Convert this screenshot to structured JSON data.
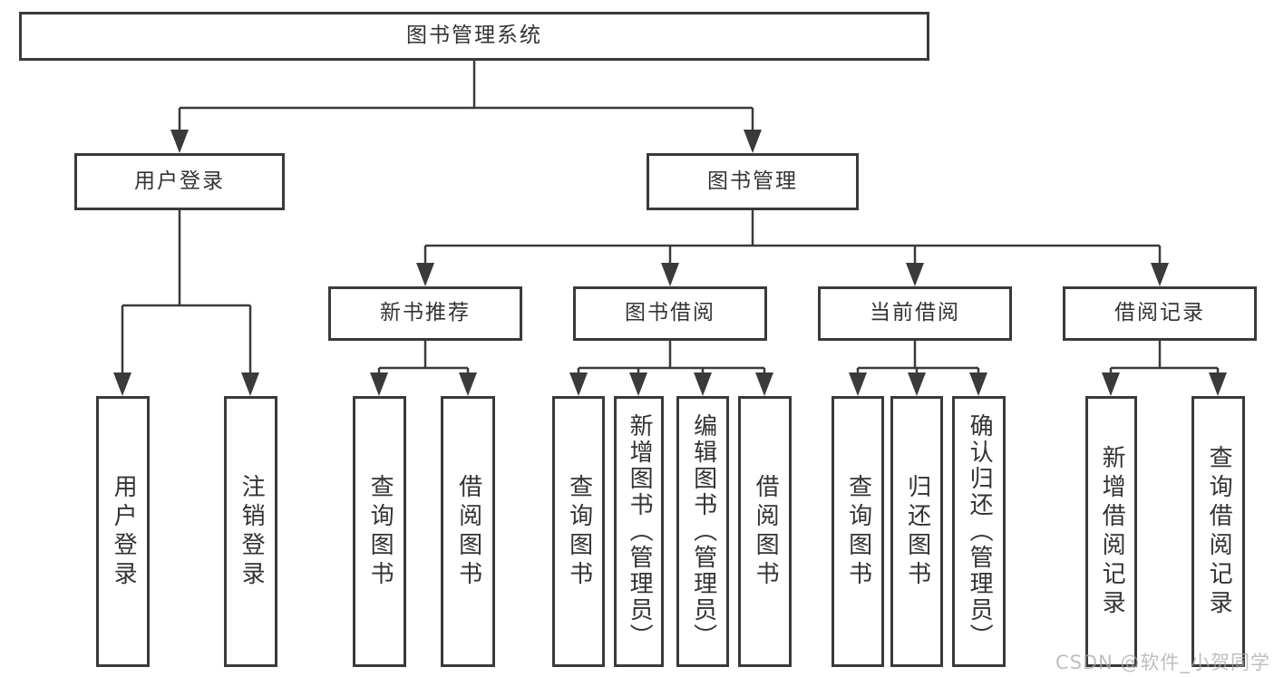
{
  "diagram": {
    "root": {
      "label": "图书管理系统"
    },
    "level2": {
      "user_login": {
        "label": "用户登录"
      },
      "book_management": {
        "label": "图书管理"
      }
    },
    "level3": {
      "new_book_recommend": {
        "label": "新书推荐"
      },
      "book_borrow": {
        "label": "图书借阅"
      },
      "current_borrow": {
        "label": "当前借阅"
      },
      "borrow_records": {
        "label": "借阅记录"
      }
    },
    "leaves": {
      "user_login_1": "用户登录",
      "user_login_2": "注销登录",
      "recommend_1": "查询图书",
      "recommend_2": "借阅图书",
      "borrow_1": "查询图书",
      "borrow_2": "新增图书（管理员）",
      "borrow_3": "编辑图书（管理员）",
      "borrow_4": "借阅图书",
      "current_1": "查询图书",
      "current_2": "归还图书",
      "current_3": "确认归还（管理员）",
      "records_1": "新增借阅记录",
      "records_2": "查询借阅记录"
    }
  },
  "watermark": "CSDN @软件_小贺同学",
  "colors": {
    "line": "#3a3a3a",
    "box_border": "#3a3a3a",
    "text": "#333333",
    "watermark": "#aaaaaa",
    "background": "#ffffff"
  }
}
